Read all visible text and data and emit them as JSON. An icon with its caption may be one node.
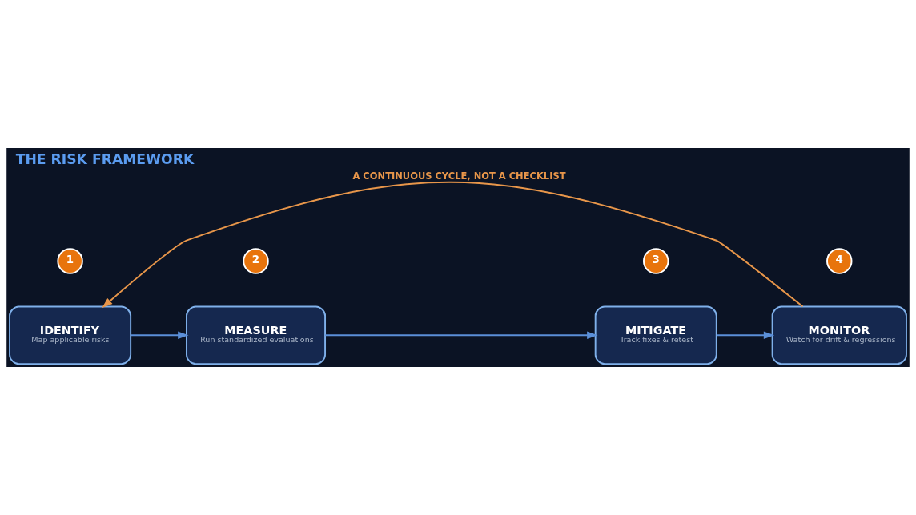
{
  "diagram": {
    "title": "THE RISK FRAMEWORK",
    "nodes": [
      {
        "text": [
          "1"
        ]
      },
      {
        "text": [
          "IDENTIFY",
          "Map applicable risks"
        ]
      },
      {
        "text": [
          "2"
        ]
      },
      {
        "text": [
          "MEASURE",
          "Run standardized evaluations"
        ]
      },
      {
        "text": [
          "3"
        ]
      },
      {
        "text": [
          "MITIGATE",
          "Track fixes & retest"
        ]
      },
      {
        "text": [
          "4"
        ]
      },
      {
        "text": [
          "MONITOR",
          "Watch for drift & regressions"
        ]
      }
    ],
    "edges": [
      {
        "from": 1,
        "to": 3,
        "arrow": "to"
      },
      {
        "from": 3,
        "to": 5,
        "arrow": "to"
      },
      {
        "from": 5,
        "to": 7,
        "arrow": "to"
      },
      {
        "from": 7,
        "to": 1,
        "arrow": "to",
        "label": "A CONTINUOUS CYCLE, NOT A CHECKLIST",
        "color": "#e8964a"
      }
    ]
  }
}
